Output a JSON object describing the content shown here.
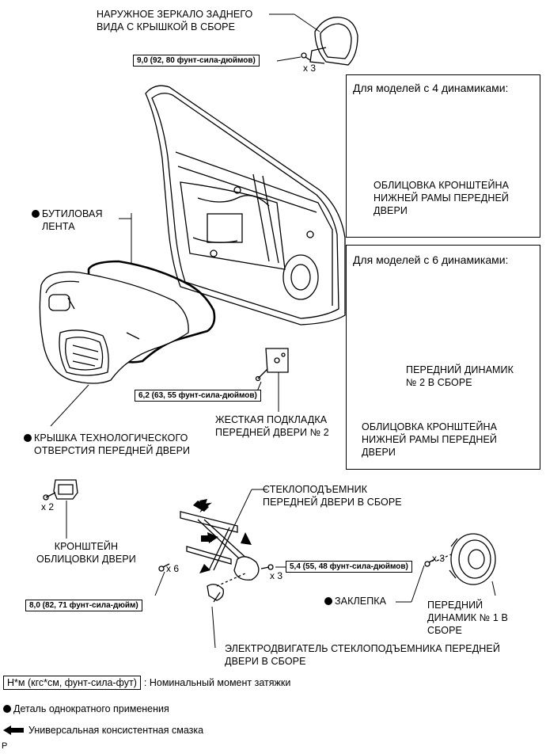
{
  "labels": {
    "mirror": [
      "НАРУЖНОЕ ЗЕРКАЛО ЗАДНЕГО",
      "ВИДА С КРЫШКОЙ В СБОРЕ"
    ],
    "butyl": [
      "БУТИЛОВАЯ",
      "ЛЕНТА"
    ],
    "service_hole_cover": [
      "КРЫШКА ТЕХНОЛОГИЧЕСКОГО",
      "ОТВЕРСТИЯ ПЕРЕДНЕЙ ДВЕРИ"
    ],
    "stiffener": [
      "ЖЕСТКАЯ ПОДКЛАДКА",
      "ПЕРЕДНЕЙ ДВЕРИ № 2"
    ],
    "trim_bracket": [
      "КРОНШТЕЙН",
      "ОБЛИЦОВКИ ДВЕРИ"
    ],
    "regulator": [
      "СТЕКЛОПОДЪЕМНИК",
      "ПЕРЕДНЕЙ ДВЕРИ В СБОРЕ"
    ],
    "motor": [
      "ЭЛЕКТРОДВИГАТЕЛЬ СТЕКЛОПОДЪЕМНИКА ПЕРЕДНЕЙ",
      "ДВЕРИ В СБОРЕ"
    ],
    "rivet": "ЗАКЛЕПКА",
    "speaker1": [
      "ПЕРЕДНИЙ",
      "ДИНАМИК № 1 В",
      "СБОРЕ"
    ],
    "bracket_cover_4": [
      "ОБЛИЦОВКА КРОНШТЕЙНА",
      "НИЖНЕЙ РАМЫ ПЕРЕДНЕЙ",
      "ДВЕРИ"
    ],
    "speaker2": [
      "ПЕРЕДНИЙ ДИНАМИК",
      "№ 2 В СБОРЕ"
    ],
    "bracket_cover_6": [
      "ОБЛИЦОВКА КРОНШТЕЙНА",
      "НИЖНЕЙ РАМЫ ПЕРЕДНЕЙ",
      "ДВЕРИ"
    ]
  },
  "torques": {
    "mirror": "9,0 (92, 80 фунт-сила-дюймов)",
    "stiffener": "6,2 (63, 55 фунт-сила-дюймов)",
    "regulator": "5,4 (55, 48 фунт-сила-дюймов)",
    "bracket": "8,0 (82, 71 фунт-сила-дюйм)"
  },
  "counts": {
    "mirror": "x 3",
    "bracket": "x 2",
    "regulator_bolts": "x 6",
    "regulator_nuts": "x 3",
    "speaker": "x 3"
  },
  "boxes": {
    "four_speakers": "Для моделей с 4 динамиками:",
    "six_speakers": "Для моделей с 6 динамиками:"
  },
  "legend": {
    "torque_unit": "Н*м (кгс*см, фунт-сила-фут)",
    "torque_text": ": Номинальный момент затяжки",
    "non_reusable": "Деталь однократного применения",
    "grease": "Универсальная консистентная смазка"
  },
  "corner_mark": "P"
}
